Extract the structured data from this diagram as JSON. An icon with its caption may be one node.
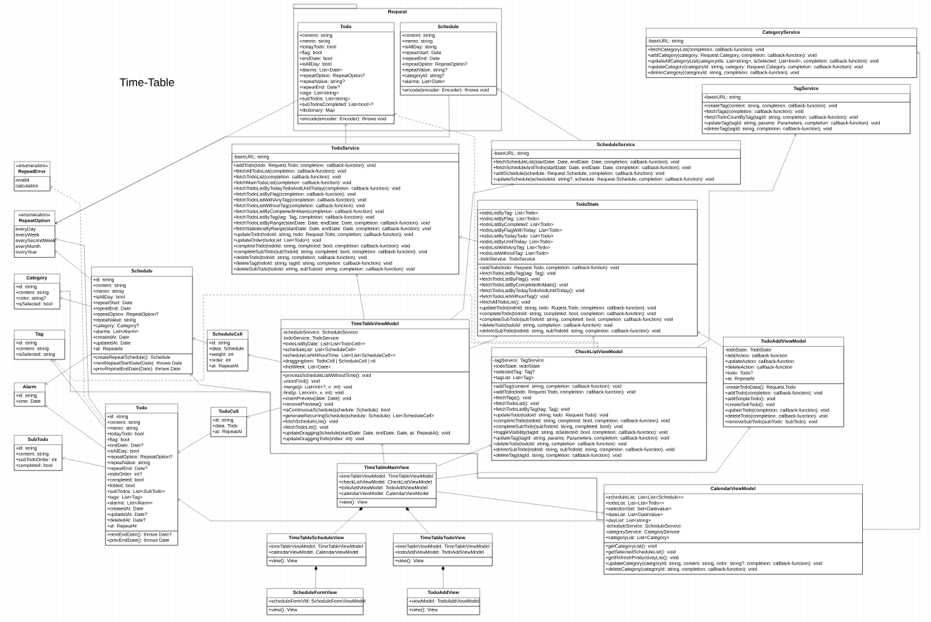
{
  "diagram": {
    "title": "Time-Table",
    "nodes": [
      {
        "text": [
          "Request"
        ]
      },
      {
        "text": [
          "Todo"
        ],
        "in": 0
      },
      {
        "text": [
          "+content: string",
          "+memo: string",
          "+todayTodo: bool",
          "+flag: bool",
          "+endDate: bool",
          "+isAllDay: bool",
          "+alarms: List<Date>",
          "+repeatOption: RepeatOption?",
          "+repeatValue: string?",
          "+repeatEnd: Date?",
          "+tags: List<string>",
          "+subTodos: List<string>",
          "+subTodosCompleted: List<bool>?",
          "+dictionary: Map"
        ],
        "in": 1
      },
      {
        "text": [
          "+encode(encoder: Encoder): throws void"
        ],
        "in": 1
      },
      {
        "text": [
          "Schedule"
        ],
        "in": 0
      },
      {
        "text": [
          "+content: string",
          "+memo: string",
          "+isAllDay: string",
          "+repeatStart: Date",
          "+repeatEnd: Date",
          "+repeatOption: RepeatOption?",
          "+repeatValue: string?",
          "+categoryId: string?",
          "+alarms: List<Date>"
        ],
        "in": 4
      },
      {
        "text": [
          "+encode(encoder: Encoder): throws void"
        ],
        "in": 4
      },
      {
        "text": [
          "TodoService"
        ]
      },
      {
        "text": [
          "-baseURL: string"
        ],
        "in": 7
      },
      {
        "text": [
          "+addTodo(todo: Request.Todo, completion: callback-function): void",
          "+fetchAllTodoList(completion: callback-function): void",
          "+fetchTodoList(completion: callback-function): void",
          "+fetchMainTodoList(completion: callback-function): void",
          "+fetchTodoListByTodayTodoAndUntilToday(completion: callback-function): void",
          "+fetchTodoListByFlag(completion: callback-function): void",
          "+fetchTodoListWithAnyTag(completion: callback-function): void",
          "+fetchTodoListWithoutTag(completion: callback-function): void",
          "+fetchTodoListByCompletedInMain(completion: callback-function): void",
          "+fetchTodoListByTag(tag: Tag, completion: callback-function): void",
          "+fetchTodoListByRange(startDate: Date, endDate: Date, completion: callback-function): void",
          "+fetchStatisticsByRange(startDate: Date, endDate: Date, completion: callback-function): void",
          "+updateTodo(todoId: string, todo: Request.Todo, completion: callback-function): void",
          "+updateOrder(todoList: List<Todo>): void",
          "+completeTodo(todoId: string, completed: bool, completion: callback-function): void",
          "+completeSubTodo(subTodoId: string, completed: bool, completion: callback-function): void",
          "+deleteTodo(todoId: string, completion: callback-function): void",
          "+deleteTag(todoId: string, tagId: string, completion: callback-function): void",
          "+deleteSubTodo(todoId: string, subTodoId: string, completion: callback-function): void"
        ],
        "in": 7
      },
      {
        "text": [
          "ScheduleService"
        ]
      },
      {
        "text": [
          "-baseURL: string"
        ],
        "in": 10
      },
      {
        "text": [
          "+fetchScheduleList(startDate: Date, endDate: Date, completion: callback-function): void",
          "+fetchScheduleAndTodo(startDate: Date, endDate: Date, completion: callback-function): void",
          "+addSchedule(schedule: Request.Schedule, completion: callback-function): void",
          "+updateSchedule(scheduleId: string?, schedule: Request.Schedule, completion: callback-function): void"
        ],
        "in": 10
      },
      {
        "text": [
          "TagService"
        ]
      },
      {
        "text": [
          "+baseURL: string"
        ],
        "in": 13
      },
      {
        "text": [
          "+createTag(content: string, completion: callback-function): void",
          "+fetchTags(completion: callback-function): void",
          "+fetchTodoCountByTag(tagId: string, completion: callback-function): void",
          "+updateTag(tagId: string, params: Parameters, completion: callback-function): void",
          "+deleteTag(tagId: string, completion: callback-function): void"
        ],
        "in": 13
      },
      {
        "text": [
          "«enumeration»",
          "RepeatError"
        ]
      },
      {
        "text": [
          "invalid",
          "calculation"
        ],
        "in": 16
      },
      {
        "text": [
          "«enumeration»",
          "RepeatOption"
        ]
      },
      {
        "text": [
          "everyDay",
          "everyWeek",
          "everySecondWeek",
          "everyMonth",
          "everyYear"
        ],
        "in": 18
      },
      {
        "text": [
          "TodoState"
        ]
      },
      {
        "text": [
          "+todoListByTag: List<Todo>",
          "+todoListByFlag: List<Todo>",
          "+todoListByCompleted: List<Todo>",
          "+todoListByFlagWithToday: List<Todo>",
          "+todoListByTodayTodo: List<Todo>",
          "+todoListByUntilToday: List<Todo>",
          "+todoListWithAnyTag: List<Todo>",
          "+todoListWithoutTag: List<Todo>",
          "-todoService: TodoService"
        ],
        "in": 20
      },
      {
        "text": [
          "+addTodo(todo: Request.Todo, completion: callback-funtion): void",
          "+fetchTodoListByTag(tag: Tag): void",
          "+fetchTodoListByFlag(): void",
          "+fetchTodoListByCompletedInMain(): void",
          "+fetchTodoListByTodayTodoAndUntilToday(): void",
          "+fetchTodoListWithoutTag(): void",
          "+fetchAllTodoList(): void",
          "+updateTodo(todoId: string, todo: Ruqest.Todo, completion: callback-function): void",
          "+completeTodo(todoId: string, completed: bool, completion: callback-function): void",
          "+completeSubTodo(subTodoId: string, completed: bool, completion: callback-function): void",
          "+deleteTodo(todoId: string, completion: callback-function): void",
          "+deleteSubTodo(todoId: string, subTodoId: string, completion: callback-function): void"
        ],
        "in": 20
      },
      {
        "text": [
          "CategoryService"
        ]
      },
      {
        "text": [
          "-baseURL: string"
        ],
        "in": 23
      },
      {
        "text": [
          "+fetchCategoryList(completion: callback-function): void",
          "+addCategory(category: Request.Category, completion: callback-function): void",
          "+updateAllCategoryList(categoryIds: List<string>, isSelected: List<bool>, completion: callback-function): void",
          "+updateCategory(categoryId: string, category: Request.Category, completion: callback-function): void",
          "+deleteCategory(categoryId: string, completion: callback-function): void"
        ],
        "in": 23
      },
      {
        "text": [
          "Category"
        ]
      },
      {
        "text": [
          "+id: string",
          "+content: string",
          "+color: string?",
          "+isSelected: bool"
        ],
        "in": 26
      },
      {
        "text": [
          "Schedule"
        ]
      },
      {
        "text": [
          "+id: string",
          "+content: string",
          "+memo: string",
          "+isAllDay: bool",
          "+repeatStart: Date",
          "+repeatEnd: Date",
          "+repeatOption: RepeatOption?",
          "+repeatValue: string",
          "+category: Category?",
          "+alarms: List<Alarm>",
          "+createdAt: Date",
          "+updatedAt: Date",
          "+at: RepeatAt"
        ],
        "in": 28
      },
      {
        "text": [
          "+createRepeatSchedule(): Schedule",
          "+nextRepeatStartDate(Date): throws Date",
          "+prevRepeatEndDate(Date): throws Date"
        ],
        "in": 28
      },
      {
        "text": [
          "Tag"
        ]
      },
      {
        "text": [
          "+id: string",
          "+content: string",
          "+isSelected: string"
        ],
        "in": 31
      },
      {
        "text": [
          "ScheduleCell"
        ]
      },
      {
        "text": [
          "+id: string",
          "+data: Schedule",
          "+weight: int",
          "+order: int",
          "+at: RepeatAt"
        ],
        "in": 33
      },
      {
        "text": [
          "TimeTableViewModel"
        ]
      },
      {
        "text": [
          "-scheduleService: ScheduleService",
          "-todoService: TodoService",
          "+todoListByDate: List<List<TodoCell>>",
          "+scheduleList: List<ScheduleCell>",
          "+scheduleListWithoutTime: List<List<ScheduleCell>>",
          "+draggingItem: TodoCell | ScheduleCell | nil",
          "+thisWeek: List<Date>"
        ],
        "in": 35
      },
      {
        "text": [
          "+processScheduleListWithoutTime(): void",
          "-unionFind(): void",
          "-merge(p: List<int>?, x: int): void",
          "-find(p: List<int>, x: int): void",
          "+insertPreview(date: Date): void",
          "+removePreview(): void",
          "+isContinuousSchedule(schedule: Schedule): bool",
          "+generateRecurringSchedule(schedule: Schedule): List<ScheduleCell>",
          "+fetchScheduleList(): void",
          "+fetchTodoList(): void",
          "+updateDraggingSchedule(startDate: Date, endDate: Date, at: RepeatAt): void",
          "+updateDraggingTodo(index: int): void"
        ],
        "in": 35
      },
      {
        "text": [
          "CheckListViewModel"
        ]
      },
      {
        "text": [
          "-tagService: TagService",
          "+todoState: todoState",
          "+selectedTag: Tag?",
          "+tagList: List<Tag>"
        ],
        "in": 38
      },
      {
        "text": [
          "+addTag(content: string, completion: callback-function): void",
          "+addTodo(todo: Request.Todo, completion: callback-function): void",
          "+fetchTags(): void",
          "+fetchTodoList(): void",
          "+fetchTodoListByTag(tag: Tag): void",
          "+updateTodo(todoId: string, todo: Request.Todo): void",
          "+completeTodo(todoId: string, completed: bool, completion: callback-function): void",
          "+completeSubTodo(subTodoId: string, completed: bool): void",
          "+toggleVisibility(tagId: string, isSelected: bool, completion: callback-function): void",
          "+updateTag(tagId: string, params: Parameters, completion: callback-function): void",
          "+deleteTodo(todoId: string, completion: callback-function): void",
          "+deleteSubTodo(todoId: string, subTodoId: string, completion: callback-function): void",
          "+deleteTag(tagId: string, completion: callback-function): void"
        ],
        "in": 38
      },
      {
        "text": [
          "TodoAddViewModel"
        ]
      },
      {
        "text": [
          "-todoState: TodoState",
          "+addAction: callback-function",
          "+updateAction: callback-function",
          "+deleteAction: callback-function",
          "+todo: Todo?",
          "+at: RepeatAt"
        ],
        "in": 41
      },
      {
        "text": [
          "-createTodoData(): Request.Todo",
          "+addTodo(completion: callback-function): void",
          "+addSimpleTodo(): void",
          "+createSubTodo(): void",
          "+updateTodo(completion: callback-function): void",
          "+deleteTodo(completion: callback-function): void",
          "+removeSubTodo(subTodo: SubTodo): void"
        ],
        "in": 41
      },
      {
        "text": [
          "Alarm"
        ]
      },
      {
        "text": [
          "+id: string",
          "+time: Date"
        ],
        "in": 44
      },
      {
        "text": [
          "Todo"
        ]
      },
      {
        "text": [
          "+id: string",
          "+content: string",
          "+memo: string",
          "+todayTodo: bool",
          "+flag: bool",
          "+endDate: Date?",
          "+isAllDay: bool",
          "+repeatOption: RepeatOption?",
          "+repeatValue: string",
          "+repeatEnd: Date?",
          "+todoOrder: int?",
          "+completed: bool",
          "+folded: bool",
          "+subTodos: List<SubTodo>",
          "+tags: List<Tag>",
          "+alarms: List<Alarm>",
          "+createdAt: Date",
          "+updatedAt: Date?",
          "+deletedAt: Date?",
          "+at: RepeatAt"
        ],
        "in": 46
      },
      {
        "text": [
          "+nextEndDate(): throws Date?",
          "+prevEndDate(): throws Date"
        ],
        "in": 46
      },
      {
        "text": [
          "TodoCell"
        ]
      },
      {
        "text": [
          "+id: string",
          "+data: Todo",
          "+at: RepeatAt"
        ],
        "in": 49
      },
      {
        "text": [
          "SubTodo"
        ]
      },
      {
        "text": [
          "+id: string",
          "+content: string",
          "+subTodoOrder: int",
          "+completed: bool"
        ],
        "in": 51
      },
      {
        "text": [
          "CalendarViewModel"
        ]
      },
      {
        "text": [
          "+scheduleList: List<List<Schedule>>",
          "+todoList: List<List<Todo>>",
          "+selectionSet: Set<Datevalue>",
          "+dateList: List<DateValue>",
          "+dayList: List<string>",
          "-scheduleService: ScheduleService",
          "-categoryService: CategoryService",
          "+categoryList: List<Category>"
        ],
        "in": 53
      },
      {
        "text": [
          "+getCategoryList(): void",
          "+getSelectedScheduleList(): void",
          "+getRefreshProductivityList(): void",
          "+updateCategory(categoryId: string, content: string, color: string?, completion: callback-function): void",
          "+deleteCategory(categoryId: string, completion: callback-function): void"
        ],
        "in": 53
      },
      {
        "text": [
          "TimeTableMainView"
        ]
      },
      {
        "text": [
          "+timeTableViewModel: TimeTableViewModel",
          "+checkListViewModel: CheckListViewModel",
          "+todoAddViewModel: TodoAddViewModel",
          "+calendarViewModel: CalendarViewModel"
        ],
        "in": 56
      },
      {
        "text": [
          "+view(): View"
        ],
        "in": 56
      },
      {
        "text": [
          "TimeTableScheduleView"
        ]
      },
      {
        "text": [
          "+timeTableViewModel: TimeTableViewModel",
          "+calendarViewModel: CalendarViewModel"
        ],
        "in": 59
      },
      {
        "text": [
          "+view(): View"
        ],
        "in": 59
      },
      {
        "text": [
          "TimeTableTodoView"
        ]
      },
      {
        "text": [
          "+timeTableViewModel: TimeTableViewModel",
          "+todoAddViewModel: TodoAddViewModel"
        ],
        "in": 62
      },
      {
        "text": [
          "+view(): View"
        ],
        "in": 62
      },
      {
        "text": [
          "ScheduleFormView"
        ]
      },
      {
        "text": [
          "+scheduleFormVM: ScheduleFormViewModel"
        ],
        "in": 65
      },
      {
        "text": [
          "+view(): View"
        ],
        "in": 65
      },
      {
        "text": [
          "TodoAddView"
        ]
      },
      {
        "text": [
          "+viewModel: TodoAddViewModel"
        ],
        "in": 68
      },
      {
        "text": [
          "+view(): View"
        ],
        "in": 68
      }
    ],
    "edges": [
      {
        "from": 1,
        "to": 18,
        "arrow": "to"
      },
      {
        "from": 4,
        "to": 18,
        "arrow": "to"
      },
      {
        "from": 7,
        "to": 1,
        "arrow": "to"
      },
      {
        "from": 10,
        "to": 4,
        "arrow": "to"
      },
      {
        "from": 38,
        "to": 1,
        "arrow": "to",
        "style": "dashed"
      },
      {
        "from": 20,
        "to": 7,
        "arrow": "to"
      },
      {
        "from": 35,
        "to": 7,
        "arrow": "to"
      },
      {
        "from": 35,
        "to": 10,
        "arrow": "to"
      },
      {
        "from": 35,
        "to": 20,
        "arrow": "to"
      },
      {
        "from": 38,
        "to": 20,
        "arrow": "to"
      },
      {
        "from": 38,
        "to": 13,
        "arrow": "to"
      },
      {
        "from": 41,
        "to": 20,
        "arrow": "to"
      },
      {
        "from": 53,
        "to": 23,
        "arrow": "to"
      },
      {
        "from": 56,
        "to": 41,
        "arrow": "to"
      },
      {
        "from": 56,
        "to": 35,
        "arrow": "to"
      },
      {
        "from": 56,
        "to": 38,
        "arrow": "to"
      },
      {
        "from": 56,
        "to": 53,
        "arrow": "to"
      },
      {
        "from": 59,
        "to": 56,
        "arrow": "other"
      },
      {
        "from": 62,
        "to": 56,
        "arrow": "other"
      },
      {
        "from": 65,
        "to": 59,
        "arrow": "other"
      },
      {
        "from": 68,
        "to": 62,
        "arrow": "other"
      },
      {
        "from": 53,
        "to": 28,
        "arrow": "to"
      },
      {
        "from": 53,
        "to": 26,
        "arrow": "to"
      },
      {
        "from": 53,
        "to": 46,
        "arrow": "to"
      },
      {
        "from": 33,
        "to": 28,
        "arrow": "to"
      },
      {
        "from": 49,
        "to": 46,
        "arrow": "to"
      },
      {
        "from": 35,
        "to": 33,
        "arrow": "to"
      },
      {
        "from": 35,
        "to": 49,
        "arrow": "to"
      },
      {
        "from": 38,
        "to": 31,
        "arrow": "to",
        "style": "dashed"
      },
      {
        "from": 46,
        "to": 16,
        "arrow": "to",
        "style": "dashed"
      },
      {
        "from": 46,
        "to": 18,
        "arrow": "to"
      },
      {
        "from": 28,
        "to": 18,
        "arrow": "to"
      },
      {
        "from": 46,
        "to": 31,
        "arrow": "to"
      },
      {
        "from": 46,
        "to": 44,
        "arrow": "to"
      },
      {
        "from": 28,
        "to": 44,
        "arrow": "to"
      },
      {
        "from": 46,
        "to": 51,
        "arrow": "to"
      },
      {
        "from": 28,
        "to": 26,
        "arrow": "to"
      }
    ]
  }
}
